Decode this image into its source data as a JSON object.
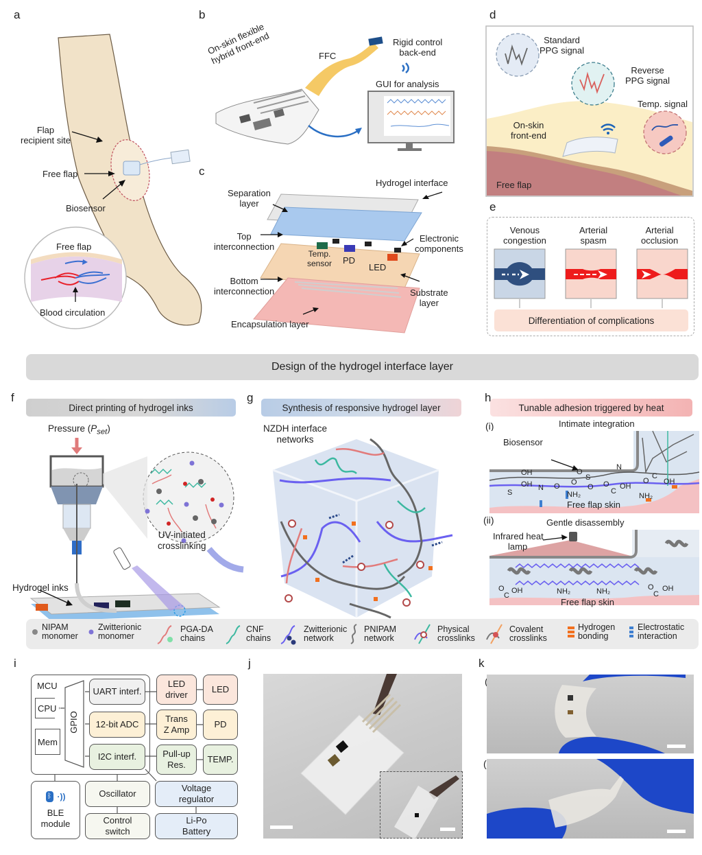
{
  "panel_letters": {
    "a": "a",
    "b": "b",
    "c": "c",
    "d": "d",
    "e": "e",
    "f": "f",
    "g": "g",
    "h": "h",
    "i": "i",
    "j": "j",
    "k": "k"
  },
  "panel_a": {
    "flap_recipient_site": [
      "Flap",
      "recipient site"
    ],
    "free_flap": "Free flap",
    "biosensor": "Biosensor",
    "inset_title": "Free flap",
    "inset_caption": "Blood circulation"
  },
  "panel_b": {
    "front_end": [
      "On-skin flexible",
      "hybrid front-end"
    ],
    "ffc": "FFC",
    "back_end": [
      "Rigid control",
      "back-end"
    ],
    "gui": "GUI for analysis"
  },
  "panel_c": {
    "hydrogel_interface": "Hydrogel interface",
    "separation_layer": [
      "Separation",
      "layer"
    ],
    "top_interconnection": [
      "Top",
      "interconnection"
    ],
    "electronic_components": [
      "Electronic",
      "components"
    ],
    "temp_sensor": [
      "Temp.",
      "sensor"
    ],
    "pd": "PD",
    "led": "LED",
    "bottom_interconnection": [
      "Bottom",
      "interconnection"
    ],
    "substrate_layer": [
      "Substrate",
      "layer"
    ],
    "encapsulation_layer": "Encapsulation layer"
  },
  "panel_d": {
    "standard_ppg": [
      "Standard",
      "PPG signal"
    ],
    "reverse_ppg": [
      "Reverse",
      "PPG signal"
    ],
    "temp_signal": "Temp. signal",
    "front_end": [
      "On-skin",
      "front-end"
    ],
    "free_flap": "Free flap"
  },
  "panel_e": {
    "conditions": [
      {
        "label": [
          "Venous",
          "congestion"
        ],
        "color": "#2f4f7f",
        "bg": "#c9d6e6"
      },
      {
        "label": [
          "Arterial",
          "spasm"
        ],
        "color": "#ee1c1c",
        "bg": "#f9d6cc"
      },
      {
        "label": [
          "Arterial",
          "occlusion"
        ],
        "color": "#ee1c1c",
        "bg": "#f9d6cc"
      }
    ],
    "summary": "Differentiation of complications"
  },
  "banner": "Design of the hydrogel interface layer",
  "panel_f": {
    "header": "Direct printing of hydrogel inks",
    "pressure": "Pressure (",
    "pressure_var": "P",
    "pressure_sub": "set",
    "pressure_end": ")",
    "hydrogel_inks": "Hydrogel inks",
    "uv": [
      "UV-initiated",
      "crosslinking"
    ]
  },
  "panel_g": {
    "header": "Synthesis of responsive hydrogel layer",
    "networks": [
      "NZDH interface",
      "networks"
    ]
  },
  "panel_h": {
    "header": "Tunable adhesion triggered by heat",
    "i": {
      "tag": "(i)",
      "title": "Intimate integration",
      "biosensor": "Biosensor",
      "skin": "Free flap skin",
      "groups": [
        "OH",
        "OH",
        "S",
        "N",
        "O",
        "O",
        "S",
        "O",
        "O",
        "NH₂",
        "N",
        "O",
        "C",
        "OH",
        "O",
        "C",
        "OH",
        "NH₂"
      ]
    },
    "ii": {
      "tag": "(ii)",
      "title": "Gentle disassembly",
      "lamp": [
        "Infrared heat",
        "lamp"
      ],
      "skin": "Free flap skin",
      "groups": [
        "O",
        "C",
        "OH",
        "NH₂",
        "NH₂",
        "O",
        "C",
        "OH"
      ]
    }
  },
  "legend": [
    {
      "icon": "nipam-monomer-icon",
      "label": [
        "NIPAM",
        "monomer"
      ]
    },
    {
      "icon": "zwitterionic-monomer-icon",
      "label": [
        "Zwitterionic",
        "monomer"
      ]
    },
    {
      "icon": "pga-da-chain-icon",
      "label": [
        "PGA-DA",
        "chains"
      ]
    },
    {
      "icon": "cnf-chain-icon",
      "label": [
        "CNF",
        "chains"
      ]
    },
    {
      "icon": "zwitterionic-network-icon",
      "label": [
        "Zwitterionic",
        "network"
      ]
    },
    {
      "icon": "pnipam-network-icon",
      "label": [
        "PNIPAM",
        "network"
      ]
    },
    {
      "icon": "physical-crosslink-icon",
      "label": [
        "Physical",
        "crosslinks"
      ]
    },
    {
      "icon": "covalent-crosslink-icon",
      "label": [
        "Covalent",
        "crosslinks"
      ]
    },
    {
      "icon": "hydrogen-bond-icon",
      "label": [
        "Hydrogen",
        "bonding"
      ]
    },
    {
      "icon": "electrostatic-icon",
      "label": [
        "Electrostatic",
        "interaction"
      ]
    }
  ],
  "panel_i": {
    "mcu": "MCU",
    "cpu": "CPU",
    "mem": "Mem",
    "gpio": "GPIO",
    "uart": "UART interf.",
    "adc": "12-bit ADC",
    "i2c": "I2C interf.",
    "led_driver": [
      "LED",
      "driver"
    ],
    "led": "LED",
    "trans_z": [
      "Trans",
      "Z Amp"
    ],
    "pd": "PD",
    "pullup": [
      "Pull-up",
      "Res."
    ],
    "temp": "TEMP.",
    "ble": [
      "BLE",
      "module"
    ],
    "oscillator": "Oscillator",
    "control_switch": [
      "Control",
      "switch"
    ],
    "voltage_regulator": [
      "Voltage",
      "regulator"
    ],
    "battery": [
      "Li-Po",
      "Battery"
    ]
  },
  "panel_k": {
    "i": "(i)",
    "ii": "(ii)"
  }
}
